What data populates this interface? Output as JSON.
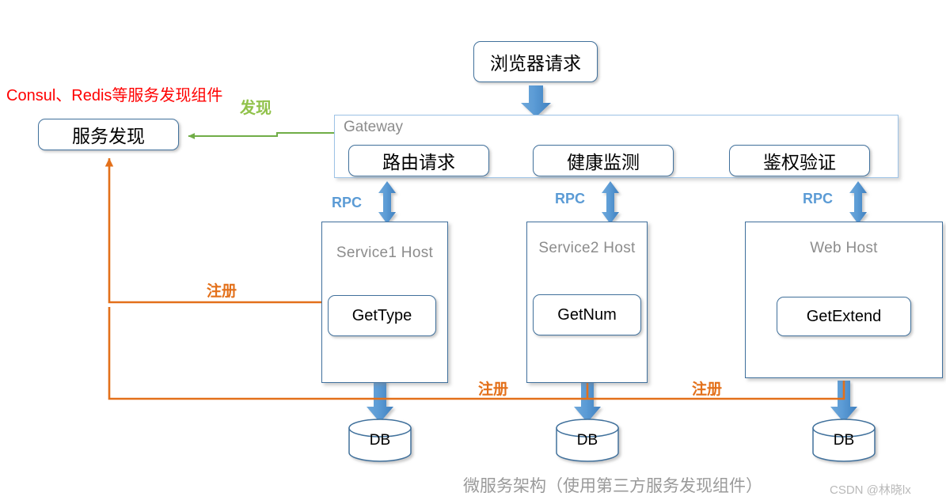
{
  "diagram": {
    "caption": "微服务架构（使用第三方服务发现组件）",
    "watermark": "CSDN @林晓lx",
    "note_red": "Consul、Redis等服务发现组件",
    "colors": {
      "red": "#ff0000",
      "green": "#91c24b",
      "orange": "#e3701a",
      "blue_arrow": "#5b9bd5",
      "box_border": "#41719c",
      "host_title": "#8c8c8c",
      "caption": "#9a9a9a"
    }
  },
  "nodes": {
    "browser_request": "浏览器请求",
    "service_discovery": "服务发现",
    "gateway_title": "Gateway",
    "gateway_items": [
      {
        "label": "路由请求"
      },
      {
        "label": "健康监测"
      },
      {
        "label": "鉴权验证"
      }
    ],
    "hosts": [
      {
        "title": "Service1 Host",
        "service": "GetType"
      },
      {
        "title": "Service2 Host",
        "service": "GetNum"
      },
      {
        "title": "Web Host",
        "service": "GetExtend"
      }
    ],
    "databases": [
      {
        "label": "DB"
      },
      {
        "label": "DB"
      },
      {
        "label": "DB"
      }
    ]
  },
  "edge_labels": {
    "discover": "发现",
    "rpc": [
      "RPC",
      "RPC",
      "RPC"
    ],
    "register": [
      "注册",
      "注册",
      "注册"
    ]
  }
}
